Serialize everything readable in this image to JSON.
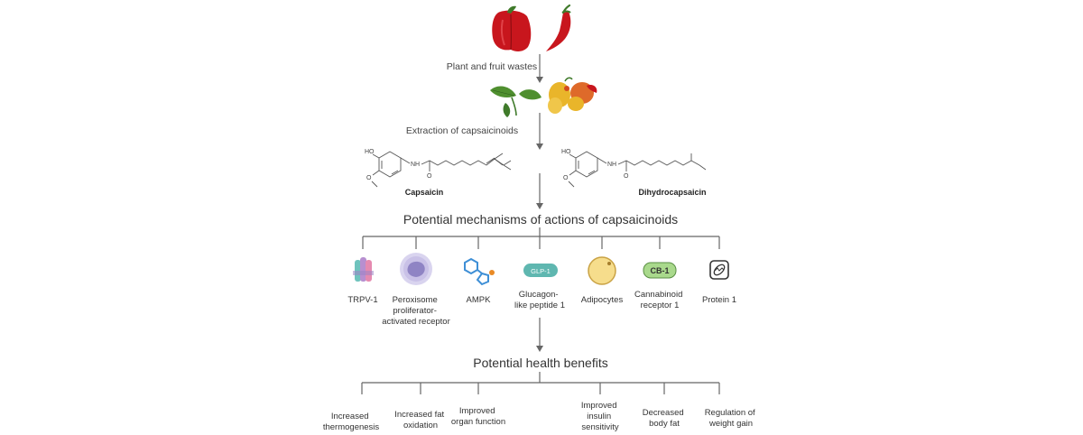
{
  "steps": {
    "wastes": "Plant and fruit wastes",
    "extraction": "Extraction of capsaicinoids"
  },
  "compounds": [
    {
      "name": "Capsaicin"
    },
    {
      "name": "Dihydrocapsaicin"
    }
  ],
  "atoms": {
    "ho": "HO",
    "nh": "NH",
    "o": "O"
  },
  "mechanisms": {
    "title": "Potential mechanisms of actions of capsaicinoids",
    "items": [
      {
        "lines": [
          "TRPV-1"
        ],
        "icon": "trpv1-channel-icon"
      },
      {
        "lines": [
          "Peroxisome",
          "proliferator-",
          "activated  receptor"
        ],
        "icon": "receptor-cell-icon"
      },
      {
        "lines": [
          "AMPK"
        ],
        "icon": "ampk-molecule-icon"
      },
      {
        "lines": [
          "Glucagon-",
          "like peptide 1"
        ],
        "icon": "glp1-badge-icon",
        "badge": "GLP-1"
      },
      {
        "lines": [
          "Adipocytes"
        ],
        "icon": "adipocyte-icon"
      },
      {
        "lines": [
          "Cannabinoid",
          "receptor 1"
        ],
        "icon": "cb1-badge-icon",
        "badge": "CB-1"
      },
      {
        "lines": [
          "Protein 1"
        ],
        "icon": "mitochondrion-icon"
      }
    ]
  },
  "benefits": {
    "title": "Potential health benefits",
    "items": [
      {
        "lines": [
          "Increased",
          "thermogenesis"
        ]
      },
      {
        "lines": [
          "Increased fat",
          "oxidation"
        ]
      },
      {
        "lines": [
          "Improved",
          "organ function"
        ]
      },
      {
        "lines": [
          "Improved",
          "insulin",
          "sensitivity"
        ]
      },
      {
        "lines": [
          "Decreased",
          "body fat"
        ]
      },
      {
        "lines": [
          "Regulation of",
          "weight gain"
        ]
      }
    ]
  },
  "colors": {
    "pepper_red": "#c8161d",
    "pepper_stem": "#3f7a2a",
    "leaf_green": "#4f8f2f",
    "fruit_yellow": "#e9b52a",
    "trpv_purple": "#b78fd0",
    "trpv_pink": "#e58ab0",
    "trpv_teal": "#6fc3bd",
    "ppar_lavender": "#bcb1e0",
    "ampk_blue": "#3e8fd6",
    "ampk_orange": "#e98a25",
    "glp1_teal": "#5fb7b0",
    "adipocyte_yellow": "#f6dd8c",
    "cb1_green": "#a9d98c",
    "connector_gray": "#666666"
  }
}
